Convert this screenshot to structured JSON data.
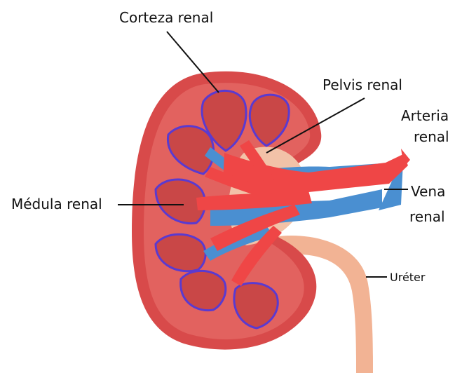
{
  "labels": {
    "corteza": "Corteza renal",
    "pelvis": "Pelvis renal",
    "arteria_line1": "Arteria",
    "arteria_line2": "renal",
    "vena_line1": "Vena",
    "vena_line2": "renal",
    "medula": "Médula renal",
    "ureter": "Uréter"
  },
  "colors": {
    "kidney_outer": "#d84a4a",
    "kidney_inner": "#e2625f",
    "pyramid_fill": "#c94747",
    "pyramid_outline": "#5a3ad0",
    "artery": "#ef4646",
    "vein": "#4a8fd1",
    "pelvis": "#f2c2a8",
    "ureter": "#f2b394",
    "text": "#111111"
  }
}
